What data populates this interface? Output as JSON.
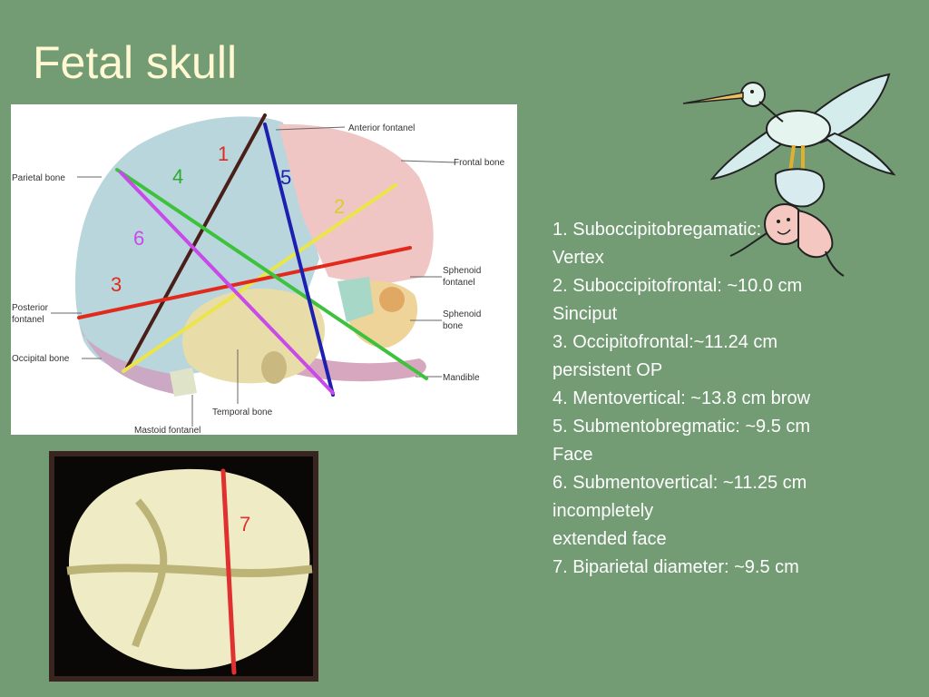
{
  "slide": {
    "title": "Fetal skull"
  },
  "skull_labels": {
    "anterior_fontanel": "Anterior fontanel",
    "frontal_bone": "Frontal bone",
    "parietal_bone": "Parietal bone",
    "sphenoid_fontanel_1": "Sphenoid",
    "sphenoid_fontanel_2": "fontanel",
    "posterior_fontanel_1": "Posterior",
    "posterior_fontanel_2": "fontanel",
    "sphenoid_bone_1": "Sphenoid",
    "sphenoid_bone_2": "bone",
    "occipital_bone": "Occipital bone",
    "mandible": "Mandible",
    "temporal_bone": "Temporal bone",
    "mastoid_fontanel": "Mastoid fontanel"
  },
  "diameter_numbers": {
    "d1": "1",
    "d2": "2",
    "d3": "3",
    "d4": "4",
    "d5": "5",
    "d6": "6",
    "d7": "7"
  },
  "colors": {
    "background": "#739c74",
    "title": "#fff8d2",
    "d1": "#4a1f1a",
    "d2": "#ece54a",
    "d3": "#e22a1c",
    "d4": "#3ec23e",
    "d5": "#1c1fb0",
    "d6": "#c84ae8",
    "d7": "#e03030"
  },
  "legend": [
    "1. Suboccipitobregamatic: ~9.5 cc",
    "Vertex",
    "2. Suboccipitofrontal: ~10.0 cm",
    "Sinciput",
    "3. Occipitofrontal:~11.24 cm",
    "persistent OP",
    "4. Mentovertical: ~13.8 cm  brow",
    "5. Submentobregmatic: ~9.5 cm",
    "Face",
    "6. Submentovertical: ~11.25 cm",
    "incompletely",
    "extended face",
    "7. Biparietal diameter: ~9.5 cm"
  ]
}
